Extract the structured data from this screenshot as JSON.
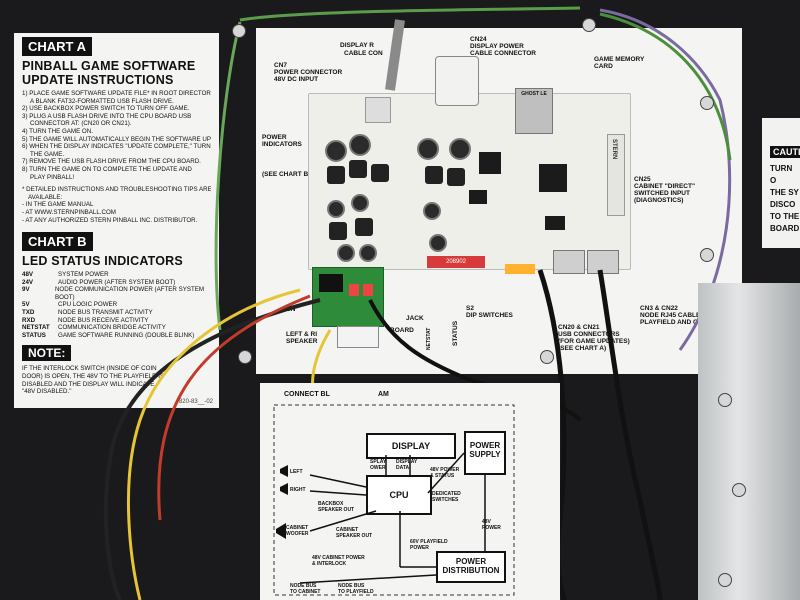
{
  "chart_a": {
    "heading": "CHART A",
    "title_line1": "PINBALL GAME SOFTWARE",
    "title_line2": "UPDATE INSTRUCTIONS",
    "steps": [
      "1) PLACE GAME SOFTWARE UPDATE FILE* IN ROOT DIRECTORY OF",
      "A BLANK FAT32-FORMATTED USB FLASH DRIVE.",
      "2) USE BACKBOX POWER SWITCH TO TURN OFF GAME.",
      "3) PLUG A USB FLASH DRIVE INTO THE CPU BOARD USB",
      "CONNECTOR AT: (CN20 OR CN21).",
      "4) TURN THE GAME ON.",
      "5) THE GAME WILL AUTOMATICALLY BEGIN THE SOFTWARE UPDATE",
      "6) WHEN THE DISPLAY INDICATES \"UPDATE COMPLETE,\" TURN OFF",
      "THE GAME.",
      "7) REMOVE THE USB FLASH DRIVE FROM THE CPU BOARD.",
      "8) TURN THE GAME ON TO COMPLETE THE UPDATE AND",
      "PLAY PINBALL!"
    ],
    "notes": [
      "* DETAILED INSTRUCTIONS AND TROUBLESHOOTING TIPS ARE",
      "AVAILABLE:",
      "- IN THE GAME MANUAL",
      "- AT WWW.STERNPINBALL.COM",
      "- AT ANY AUTHORIZED STERN PINBALL INC. DISTRIBUTOR."
    ]
  },
  "chart_b": {
    "heading": "CHART B",
    "title": "LED STATUS INDICATORS",
    "rows": [
      {
        "code": "48V",
        "desc": "SYSTEM POWER"
      },
      {
        "code": "24V",
        "desc": "AUDIO POWER (AFTER SYSTEM BOOT)"
      },
      {
        "code": "9V",
        "desc": "NODE COMMUNICATION POWER (AFTER SYSTEM BOOT)"
      },
      {
        "code": "5V",
        "desc": "CPU LOGIC POWER"
      },
      {
        "code": "TXD",
        "desc": "NODE BUS TRANSMIT ACTIVITY"
      },
      {
        "code": "RXD",
        "desc": "NODE BUS RECEIVE ACTIVITY"
      },
      {
        "code": "NETSTAT",
        "desc": "COMMUNICATION BRIDGE ACTIVITY"
      },
      {
        "code": "STATUS",
        "desc": "GAME SOFTWARE RUNNING (DOUBLE BLINK)"
      }
    ]
  },
  "note": {
    "heading": "NOTE:",
    "lines": [
      "IF THE INTERLOCK SWITCH (INSIDE OF COIN",
      "DOOR) IS OPEN, THE 48V TO THE PLAYFIELD IS",
      "DISABLED AND THE DISPLAY WILL INDICATE",
      "\"48V DISABLED.\""
    ],
    "part_number": "820-83__-02"
  },
  "labels": {
    "display_ribbon": "DISPLAY R",
    "cable_con": "CABLE CON",
    "cn24_line1": "CN24",
    "cn24_line2": "DISPLAY POWER",
    "cn24_line3": "CABLE CONNECTOR",
    "cn7_line1": "CN7",
    "cn7_line2": "POWER CONNECTOR",
    "cn7_line3": "48V DC INPUT",
    "game_memory_line1": "GAME MEMORY",
    "game_memory_line2": "CARD",
    "power_ind_line1": "POWER",
    "power_ind_line2": "INDICATORS",
    "see_chart_b": "(SEE CHART B)",
    "cn25_line1": "CN25",
    "cn25_line2": "CABINET \"DIRECT\"",
    "cn25_line3": "SWITCHED INPUT",
    "cn25_line4": "(DIAGNOSTICS)",
    "s2_line1": "S2",
    "s2_line2": "DIP SWITCHES",
    "cn3_line1": "CN3 & CN22",
    "cn3_line2": "NODE RJ45 CABLE",
    "cn3_line3": "PLAYFIELD AND CAB",
    "usb_line1": "CN20 & CN21",
    "usb_line2": "USB CONNECTORS",
    "usb_line3": "(FOR GAME UPDATES)",
    "usb_line4": "(SEE CHART A)",
    "jack": "JACK",
    "board": "BOARD",
    "left_right": "LEFT & RI",
    "speakers": "SPEAKER",
    "cn_prefix": "CN",
    "status": "STATUS",
    "netstat": "NETSTAT",
    "sheet_number": "820",
    "card_label": "GHOST LE"
  },
  "board": {
    "brand": "STERN",
    "serial": "208902"
  },
  "diagram": {
    "title": "CONNECT BL",
    "title_suffix": "AM",
    "display": "DISPLAY",
    "cpu": "CPU",
    "power_supply_line1": "POWER",
    "power_supply_line2": "SUPPLY",
    "power_dist_line1": "POWER",
    "power_dist_line2": "DISTRIBUTION",
    "left": "LEFT",
    "right": "RIGHT",
    "backbox_line1": "BACKBOX",
    "backbox_line2": "SPEAKER OUT",
    "cabinet_line1": "CABINET",
    "cabinet_line2": "WOOFER",
    "cab_speaker_line1": "CABINET",
    "cab_speaker_line2": "SPEAKER OUT",
    "display_power_line1": "SPLAY",
    "display_power_line2": "OWER",
    "display_data_line1": "DISPLAY",
    "display_data_line2": "DATA",
    "v48_power": "48V POWER",
    "status_word": "& STATUS",
    "dedicated_line1": "DEDICATED",
    "dedicated_line2": "SWITCHES",
    "v48_power_short": "48V",
    "power_word": "POWER",
    "v60_playfield": "60V PLAYFIELD",
    "v48_cab_line1": "48V CABINET POWER",
    "v48_cab_line2": "& INTERLOCK",
    "node_bus_cab_line1": "NODE BUS",
    "node_bus_cab_line2": "TO CABINET",
    "node_bus_pf_line1": "NODE BUS",
    "node_bus_pf_line2": "TO PLAYFIELD"
  },
  "right_panel": {
    "caution": "CAUTI",
    "lines": [
      "TURN O",
      "THE SY",
      "DISCO",
      "TO THE",
      "BOARD"
    ]
  },
  "colors": {
    "background": "#1a1a1c",
    "panel": "#f4f4f2",
    "board": "#efefea",
    "green_board": "#2e8b3a"
  }
}
